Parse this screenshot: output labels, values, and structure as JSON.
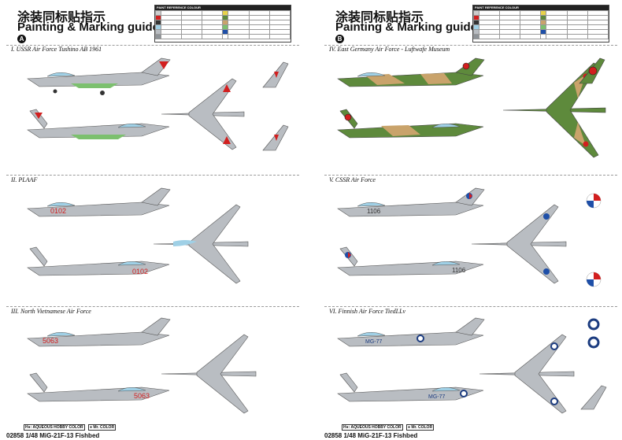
{
  "colors": {
    "metal": "#b9bdc2",
    "metal_dark": "#8e9398",
    "green_belly": "#7cc06e",
    "camo_green": "#5e8a3c",
    "camo_tan": "#c9a36b",
    "red": "#d21f1f",
    "canopy": "#9fd0e6",
    "czech_blue": "#1e4fa8",
    "finn_blue": "#1c3c80"
  },
  "sheet_a": {
    "title_cn": "涂装同标贴指示",
    "title_en": "Painting & Marking guide",
    "badge": "A",
    "ref_title": "PAINT REFERENCE COLOUR",
    "sections": [
      {
        "title": "I. USSR Air Force Tushino AB 1961",
        "nose_number": "",
        "icon": "red-star-icon"
      },
      {
        "title": "II. PLAAF",
        "nose_number": "0102",
        "icon": "red-star-icon"
      },
      {
        "title": "III. North Vietnamese Air Force",
        "nose_number": "5063",
        "icon": "vietnam-star-icon"
      }
    ],
    "legend": "H●: AQUEOUS HOBBY COLOR",
    "legend2": "● Mr. COLOR",
    "footer": "02858 1/48   MiG-21F-13 Fishbed"
  },
  "sheet_b": {
    "title_cn": "涂装同标贴指示",
    "title_en": "Painting & Marking guide",
    "badge": "B",
    "ref_title": "PAINT REFERENCE COLOUR",
    "sections": [
      {
        "title": "IV. East Germany Air Force - Luftwafe Museum",
        "nose_number": "",
        "icon": "east-germany-roundel-icon"
      },
      {
        "title": "V. CSSR Air Force",
        "nose_number": "1106",
        "icon": "czech-roundel-icon"
      },
      {
        "title": "VI. Finnish Air Force TiedLLv",
        "nose_number": "MG-77",
        "icon": "finnish-roundel-icon"
      }
    ],
    "legend": "H●: AQUEOUS HOBBY COLOR",
    "legend2": "● Mr. COLOR",
    "footer": "02858 1/48   MiG-21F-13 Fishbed"
  }
}
